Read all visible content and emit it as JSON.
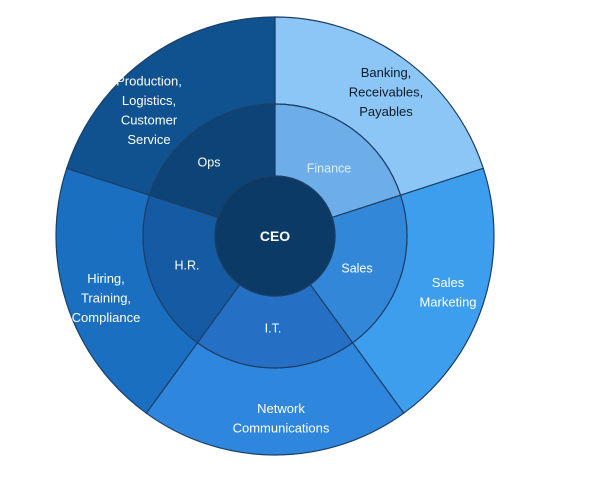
{
  "center": {
    "label": "CEO",
    "color": "#0c3a66",
    "text_color": "#ffffff"
  },
  "segments": [
    {
      "name": "finance",
      "inner_label": "Finance",
      "outer_lines": [
        "Banking,",
        "Receivables,",
        "Payables"
      ],
      "outer_color": "#8bc6f7",
      "inner_color": "#6eaee8",
      "outer_text_color": "#0e1a28",
      "inner_text_color": "#dbeeff"
    },
    {
      "name": "sales",
      "inner_label": "Sales",
      "outer_lines": [
        "Sales",
        "Marketing"
      ],
      "outer_color": "#3c9eec",
      "inner_color": "#3287d8",
      "outer_text_color": "#ffffff",
      "inner_text_color": "#ffffff"
    },
    {
      "name": "it",
      "inner_label": "I.T.",
      "outer_lines": [
        "Network",
        "Communications"
      ],
      "outer_color": "#2f86dd",
      "inner_color": "#256fc5",
      "outer_text_color": "#ffffff",
      "inner_text_color": "#ffffff"
    },
    {
      "name": "hr",
      "inner_label": "H.R.",
      "outer_lines": [
        "Hiring,",
        "Training,",
        "Compliance"
      ],
      "outer_color": "#1a6fc0",
      "inner_color": "#155ba4",
      "outer_text_color": "#ffffff",
      "inner_text_color": "#ffffff"
    },
    {
      "name": "ops",
      "inner_label": "Ops",
      "outer_lines": [
        "Production,",
        "Logistics,",
        "Customer",
        "Service"
      ],
      "outer_color": "#0f528f",
      "inner_color": "#0d4478",
      "outer_text_color": "#ffffff",
      "inner_text_color": "#ffffff"
    }
  ]
}
